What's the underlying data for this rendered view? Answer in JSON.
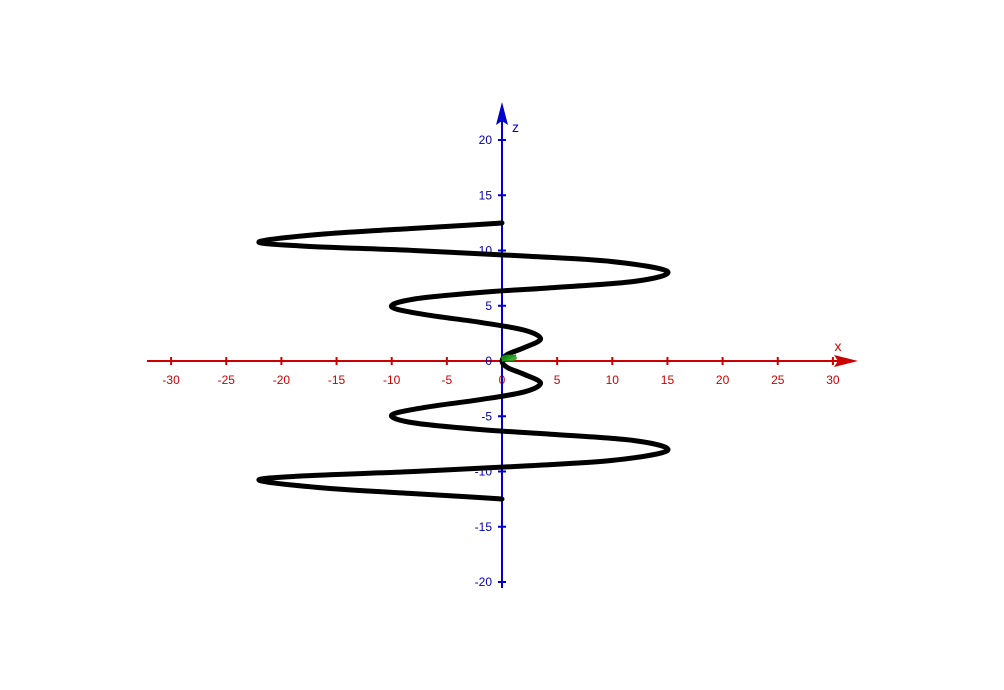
{
  "chart_data": {
    "type": "line",
    "title": "",
    "xlabel": "x",
    "ylabel": "z",
    "xlim": [
      -33,
      32
    ],
    "ylim": [
      -22,
      23
    ],
    "x_ticks": [
      -30,
      -25,
      -20,
      -15,
      -10,
      -5,
      0,
      5,
      10,
      15,
      20,
      25,
      30
    ],
    "y_ticks": [
      -20,
      -15,
      -10,
      -5,
      0,
      5,
      10,
      15,
      20
    ],
    "grid": false,
    "legend": "none",
    "series": [
      {
        "color": "#000000",
        "x": [
          0,
          -0.5,
          -3,
          -8,
          -16,
          -22,
          -18,
          -8,
          2,
          10,
          15,
          12,
          4,
          -2,
          -8,
          -10,
          -7,
          -2,
          2,
          3.5,
          2,
          0.5,
          0,
          0.5,
          2,
          3.5,
          2,
          -2,
          -7,
          -10,
          -8,
          -2,
          4,
          12,
          15,
          10,
          2,
          -8,
          -18,
          -22,
          -16,
          -8,
          -3,
          -0.5,
          0
        ],
        "y": [
          12.5,
          12.45,
          12.3,
          12.0,
          11.5,
          10.8,
          10.4,
          10.0,
          9.5,
          9.0,
          8.1,
          7.2,
          6.6,
          6.2,
          5.6,
          4.9,
          4.2,
          3.5,
          2.8,
          2.0,
          1.2,
          0.6,
          0.0,
          -0.6,
          -1.2,
          -2.0,
          -2.8,
          -3.5,
          -4.2,
          -4.9,
          -5.6,
          -6.2,
          -6.6,
          -7.2,
          -8.1,
          -9.0,
          -9.5,
          -10.0,
          -10.4,
          -10.8,
          -11.5,
          -12.0,
          -12.3,
          -12.45,
          -12.5
        ]
      }
    ],
    "colors": {
      "x_axis": "#cc0000",
      "z_axis": "#0000cc",
      "curve": "#000000",
      "origin_marker": "#1a9e1a"
    }
  }
}
